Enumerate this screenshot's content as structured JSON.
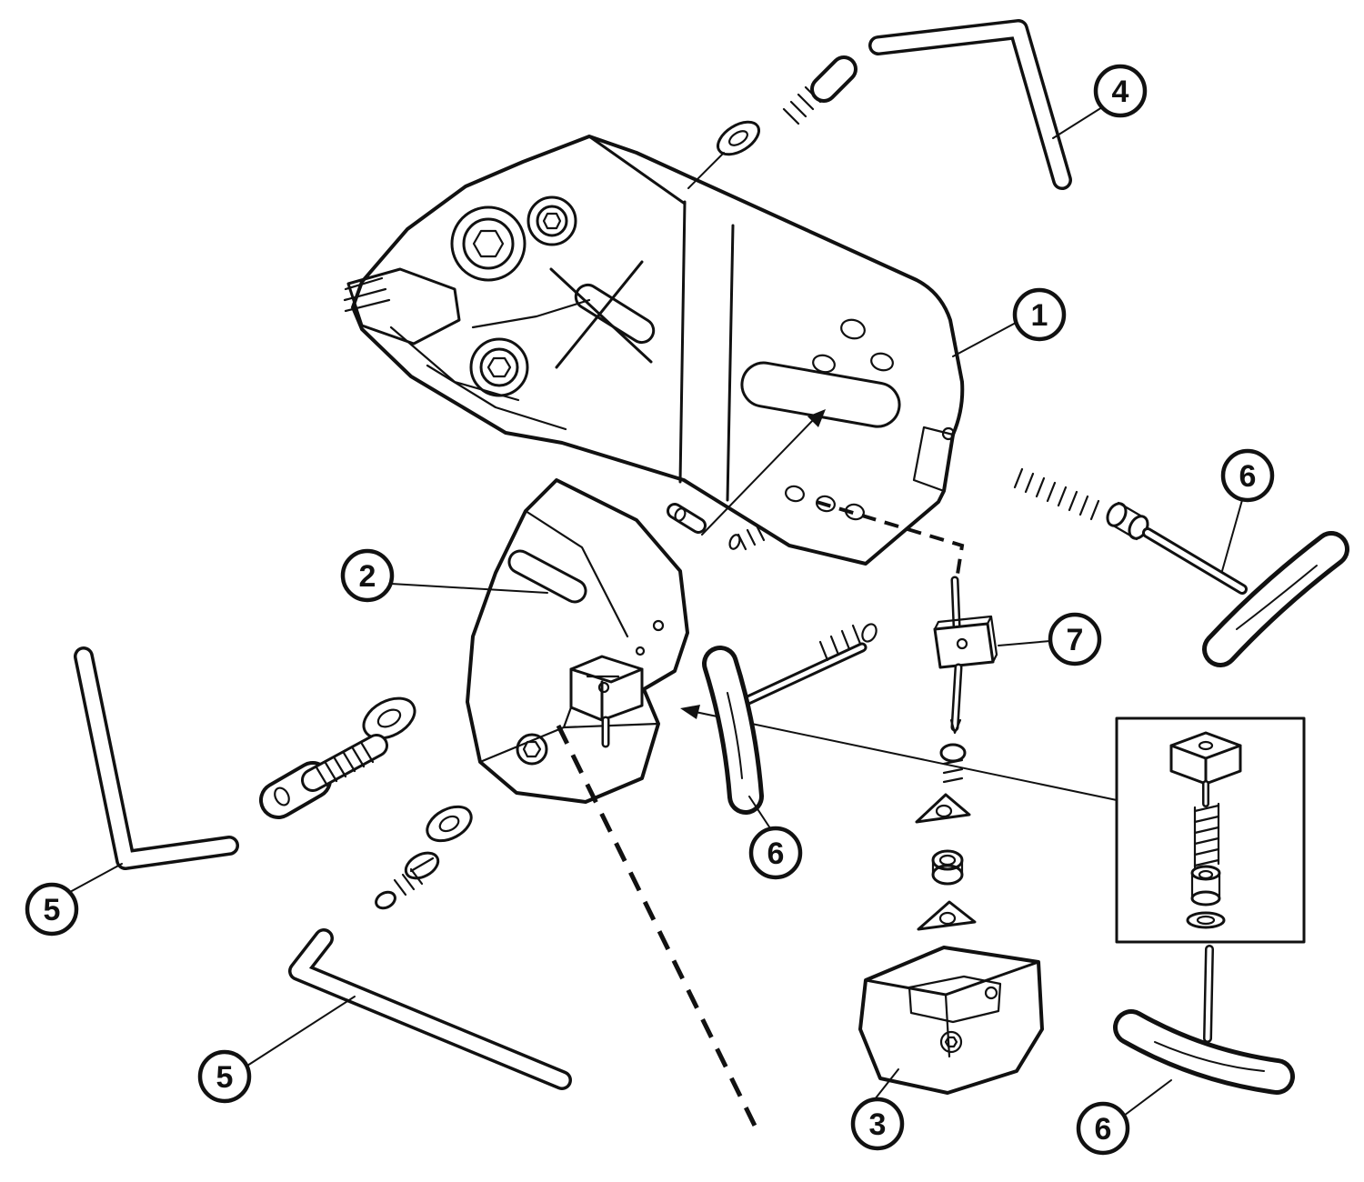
{
  "diagram": {
    "background": "#ffffff",
    "line_color": "#111111",
    "callouts": {
      "c1": "1",
      "c2": "2",
      "c3": "3",
      "c4": "4",
      "c5_left": "5",
      "c5_bottom": "5",
      "c6_right": "6",
      "c6_center": "6",
      "c6_bottom": "6",
      "c7": "7"
    }
  }
}
